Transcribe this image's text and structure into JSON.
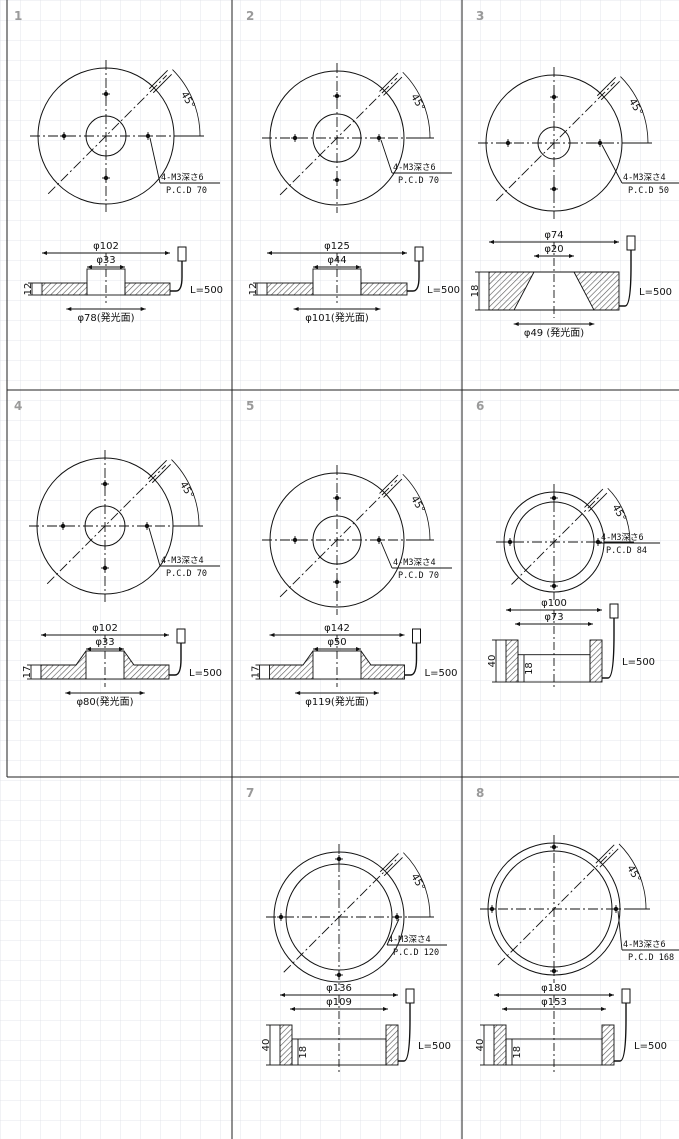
{
  "colors": {
    "grid": "#dce0e6",
    "border": "#222222",
    "ink": "#111111",
    "number": "#9a9a9a",
    "hatch": "#555555"
  },
  "panels": [
    {
      "number": "1",
      "angle": "45°",
      "hole_note": "4-M3深さ6",
      "pcd": "P.C.D 70",
      "dia_outer": "φ102",
      "dia_inner": "φ33",
      "height": "12",
      "emit": "φ78(発光面)",
      "cable": "L=500"
    },
    {
      "number": "2",
      "angle": "45°",
      "hole_note": "4-M3深さ6",
      "pcd": "P.C.D 70",
      "dia_outer": "φ125",
      "dia_inner": "φ44",
      "height": "12",
      "emit": "φ101(発光面)",
      "cable": "L=500"
    },
    {
      "number": "3",
      "angle": "45°",
      "hole_note": "4-M3深さ4",
      "pcd": "P.C.D 50",
      "dia_outer": "φ74",
      "dia_inner": "φ20",
      "height": "18",
      "emit": "φ49 (発光面)",
      "cable": "L=500"
    },
    {
      "number": "4",
      "angle": "45°",
      "hole_note": "4-M3深さ4",
      "pcd": "P.C.D 70",
      "dia_outer": "φ102",
      "dia_inner": "φ33",
      "height": "17",
      "emit": "φ80(発光面)",
      "cable": "L=500"
    },
    {
      "number": "5",
      "angle": "45°",
      "hole_note": "4-M3深さ4",
      "pcd": "P.C.D 70",
      "dia_outer": "φ142",
      "dia_inner": "φ50",
      "height": "17",
      "emit": "φ119(発光面)",
      "cable": "L=500"
    },
    {
      "number": "6",
      "angle": "45°",
      "hole_note": "4-M3深さ6",
      "pcd": "P.C.D 84",
      "dia_outer": "φ100",
      "dia_inner": "φ73",
      "height": "40",
      "inner_height": "18",
      "cable": "L=500"
    },
    {
      "number": "7",
      "angle": "45°",
      "hole_note": "4-M3深さ4",
      "pcd": "P.C.D 120",
      "dia_outer": "φ136",
      "dia_inner": "φ109",
      "height": "40",
      "inner_height": "18",
      "cable": "L=500"
    },
    {
      "number": "8",
      "angle": "45°",
      "hole_note": "4-M3深さ6",
      "pcd": "P.C.D 168",
      "dia_outer": "φ180",
      "dia_inner": "φ153",
      "height": "40",
      "inner_height": "18",
      "cable": "L=500"
    }
  ]
}
